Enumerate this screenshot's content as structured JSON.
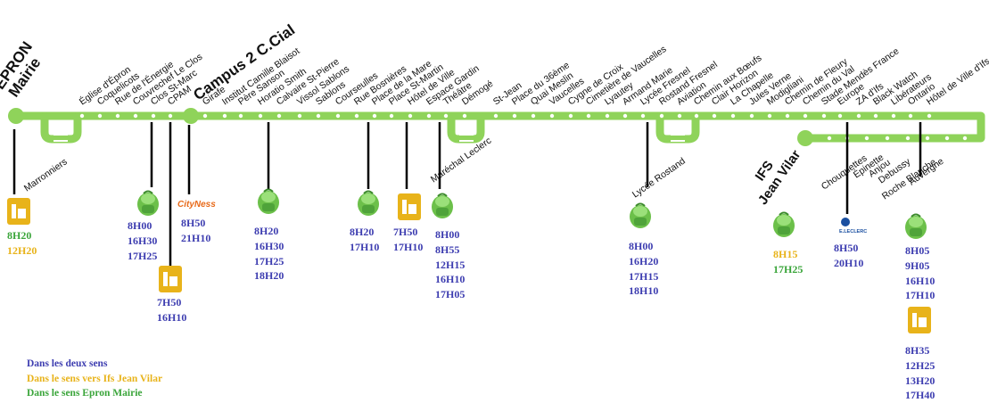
{
  "colors": {
    "line": "#8fd35a",
    "both": "#3d3db0",
    "ifs": "#e8b31a",
    "epron": "#3aa53a"
  },
  "termini": {
    "epron": [
      "EPRON",
      "Mairie"
    ],
    "campus": "Campus 2 C.Cial",
    "ifs": [
      "IFS",
      "Jean Vilar"
    ]
  },
  "stops_top": [
    "Église d'Épron",
    "Coquelicots",
    "Rue de l'Énergie",
    "Couvrechef Le Clos",
    "Clos St-Marc",
    "CPAM",
    "Girafe",
    "Institut Camille Blaisot",
    "Père Sanson",
    "Horatio Smith",
    "Calvaire St-Pierre",
    "Vissol Sablons",
    "Sablons",
    "Courseulles",
    "Rue Bosnières",
    "Place de la Mare",
    "Place St-Martin",
    "Hôtel de Ville",
    "Espace Gardin",
    "Théâtre",
    "Démogé",
    "St-Jean",
    "Place du 36ème",
    "Quai Meslin",
    "Vaucelles",
    "Cygne de Croix",
    "Cimetière de Vaucelles",
    "Lyautey",
    "Armand Marie",
    "Lycée Fresnel",
    "Rostand Fresnel",
    "Aviation",
    "Chemin aux Bœufs",
    "Clair Horizon",
    "La Chapelle",
    "Jules Verne",
    "Modigliani",
    "Chemin de Fleury",
    "Chemin du Val",
    "Stade Mendès France",
    "Europe",
    "ZA d'Ifs",
    "Black Watch",
    "Libérateurs",
    "Ontario",
    "Hôtel de Ville d'Ifs"
  ],
  "stops_bottom": [
    "Marronniers",
    "Maréchal Leclerc",
    "Lycée Rostand",
    "Chouquettes",
    "Épinette",
    "Anjou",
    "Debussy",
    "Roche Blanche",
    "Auvergne"
  ],
  "icons": {
    "school": "backpack-icon",
    "factory": "factory-icon",
    "store": "store-icon",
    "cityshop": "shop-logo-icon",
    "leclerc": "leclerc-logo-icon"
  },
  "cityshop_label": "CityNess",
  "leclerc_label": "E.LECLERC",
  "schedules": {
    "marronniers": [
      {
        "t": "8H20",
        "c": "epron"
      },
      {
        "t": "12H20",
        "c": "ifs"
      }
    ],
    "couvrechef": [
      {
        "t": "8H00",
        "c": "both"
      },
      {
        "t": "16H30",
        "c": "both"
      },
      {
        "t": "17H25",
        "c": "both"
      }
    ],
    "clos_st_marc": [
      {
        "t": "7H50",
        "c": "both"
      },
      {
        "t": "16H10",
        "c": "both"
      }
    ],
    "cpam": [
      {
        "t": "8H50",
        "c": "both"
      },
      {
        "t": "21H10",
        "c": "both"
      }
    ],
    "horatio": [
      {
        "t": "8H20",
        "c": "both"
      },
      {
        "t": "16H30",
        "c": "both"
      },
      {
        "t": "17H25",
        "c": "both"
      },
      {
        "t": "18H20",
        "c": "both"
      }
    ],
    "place_mare": [
      {
        "t": "8H20",
        "c": "both"
      },
      {
        "t": "17H10",
        "c": "both"
      }
    ],
    "hotel_ville": [
      {
        "t": "7H50",
        "c": "both"
      },
      {
        "t": "17H10",
        "c": "both"
      }
    ],
    "marechal": [
      {
        "t": "8H00",
        "c": "both"
      },
      {
        "t": "8H55",
        "c": "both"
      },
      {
        "t": "12H15",
        "c": "both"
      },
      {
        "t": "16H10",
        "c": "both"
      },
      {
        "t": "17H05",
        "c": "both"
      }
    ],
    "lycee_rostand": [
      {
        "t": "8H00",
        "c": "both"
      },
      {
        "t": "16H20",
        "c": "both"
      },
      {
        "t": "17H15",
        "c": "both"
      },
      {
        "t": "18H10",
        "c": "both"
      }
    ],
    "ifs_jean_vilar": [
      {
        "t": "8H15",
        "c": "ifs"
      },
      {
        "t": "17H25",
        "c": "epron"
      }
    ],
    "europe": [
      {
        "t": "8H50",
        "c": "both"
      },
      {
        "t": "20H10",
        "c": "both"
      }
    ],
    "ontario_school": [
      {
        "t": "8H05",
        "c": "both"
      },
      {
        "t": "9H05",
        "c": "both"
      },
      {
        "t": "16H10",
        "c": "both"
      },
      {
        "t": "17H10",
        "c": "both"
      }
    ],
    "ontario_factory": [
      {
        "t": "8H35",
        "c": "both"
      },
      {
        "t": "12H25",
        "c": "both"
      },
      {
        "t": "13H20",
        "c": "both"
      },
      {
        "t": "17H40",
        "c": "both"
      }
    ]
  },
  "legend": [
    {
      "text": "Dans les deux sens",
      "c": "both"
    },
    {
      "text": "Dans le sens vers Ifs Jean Vilar",
      "c": "ifs"
    },
    {
      "text": "Dans le sens Epron Mairie",
      "c": "epron"
    }
  ]
}
